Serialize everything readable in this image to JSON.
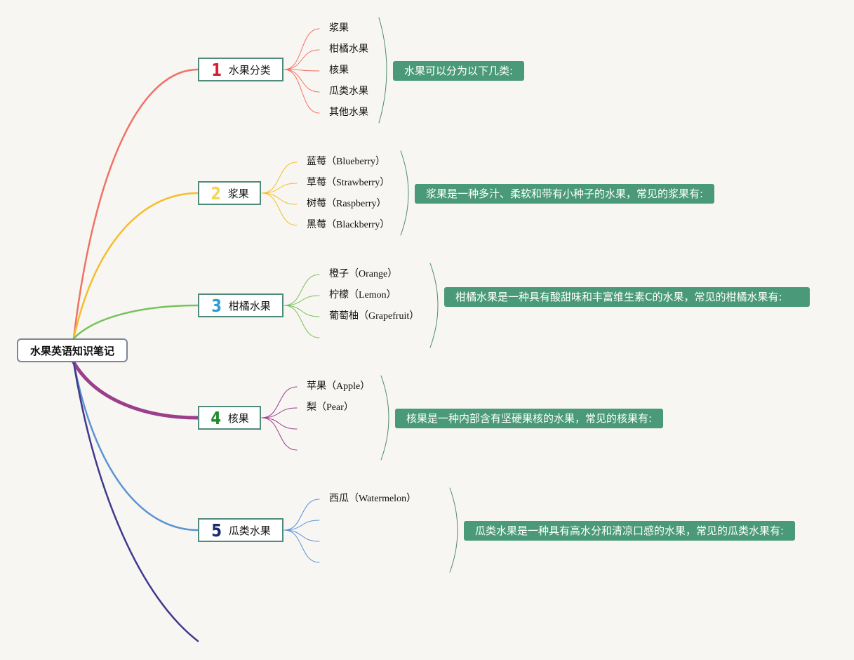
{
  "root": {
    "label": "水果英语知识笔记"
  },
  "branches": [
    {
      "number": "1",
      "title": "水果分类",
      "color": "#f07264",
      "number_color": "#d81e32",
      "items": [
        "浆果",
        "柑橘水果",
        "核果",
        "瓜类水果",
        "其他水果"
      ],
      "note": "水果可以分为以下几类:"
    },
    {
      "number": "2",
      "title": "浆果",
      "color": "#f5bd2a",
      "number_color": "#f5d55a",
      "items": [
        "蓝莓（Blueberry）",
        "草莓（Strawberry）",
        "树莓（Raspberry）",
        "黑莓（Blackberry）"
      ],
      "note": "浆果是一种多汁、柔软和带有小种子的水果，常见的浆果有:"
    },
    {
      "number": "3",
      "title": "柑橘水果",
      "color": "#78c25a",
      "number_color": "#2e9fd6",
      "items": [
        "橙子（Orange）",
        "柠檬（Lemon）",
        "葡萄柚（Grapefruit）",
        ""
      ],
      "note": "柑橘水果是一种具有酸甜味和丰富维生素C的水果，常见的柑橘水果有:"
    },
    {
      "number": "4",
      "title": "核果",
      "color": "#9a3f8c",
      "number_color": "#1d8a2e",
      "items": [
        "苹果（Apple）",
        "梨（Pear）",
        "",
        ""
      ],
      "note": "核果是一种内部含有坚硬果核的水果，常见的核果有:"
    },
    {
      "number": "5",
      "title": "瓜类水果",
      "color": "#5b93d4",
      "number_color": "#1c2a6e",
      "items": [
        "西瓜（Watermelon）",
        "",
        "",
        ""
      ],
      "note": "瓜类水果是一种具有高水分和清凉口感的水果，常见的瓜类水果有:"
    }
  ],
  "extra_branch_color": "#3f3a8c",
  "note_bracket_color": "#4e8b6f"
}
